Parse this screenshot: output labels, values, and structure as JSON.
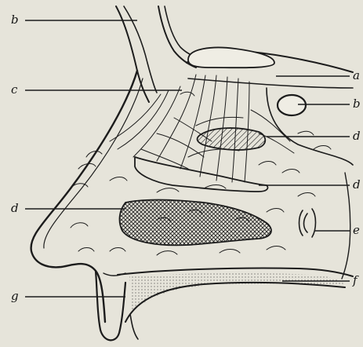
{
  "labels": {
    "b_top": "b",
    "c": "c",
    "d_left": "d",
    "g": "g",
    "a": "a",
    "b_right": "b",
    "d_right_upper": "d",
    "d_right_lower": "d",
    "e": "e",
    "f": "f"
  },
  "colors": {
    "paper": "#e6e4da",
    "ink": "#1c1c1c"
  }
}
